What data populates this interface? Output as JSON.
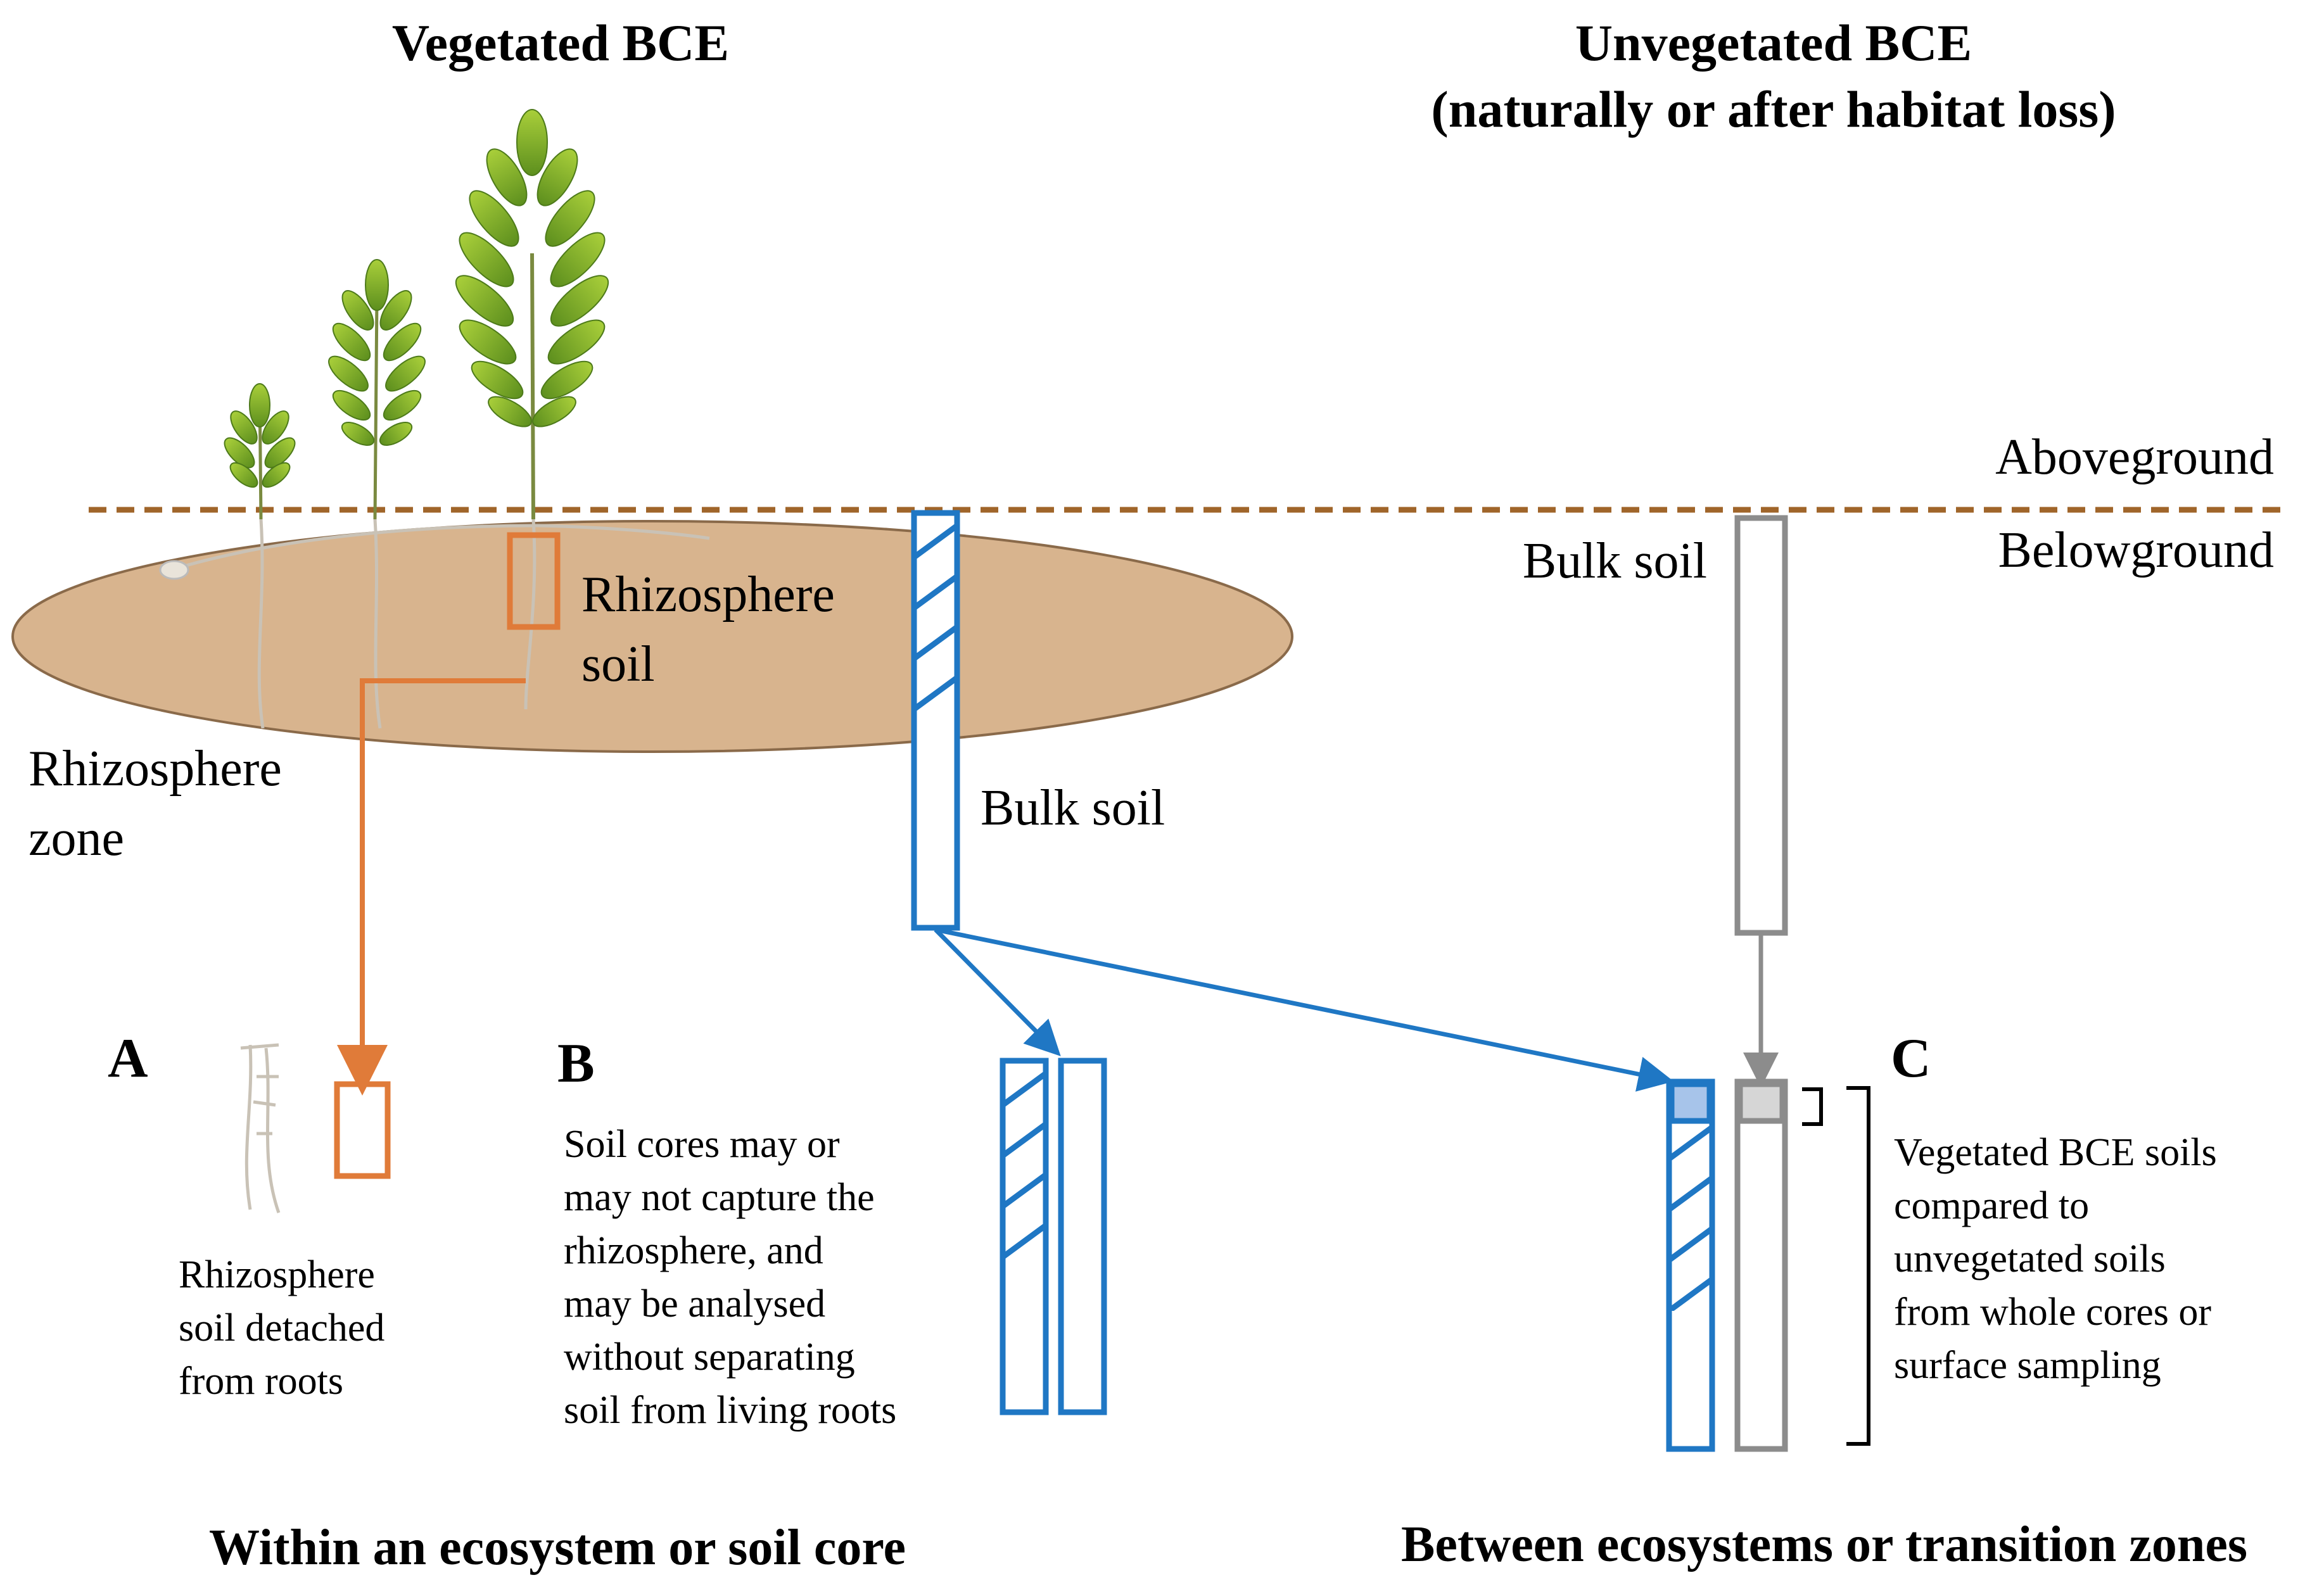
{
  "titles": {
    "vegetated": "Vegetated BCE",
    "unvegetated_line1": "Unvegetated BCE",
    "unvegetated_line2": "(naturally or after habitat loss)"
  },
  "ground": {
    "aboveground": "Aboveground",
    "belowground": "Belowground"
  },
  "labels": {
    "rhizosphere_soil_line1": "Rhizosphere",
    "rhizosphere_soil_line2": "soil",
    "rhizosphere_zone_line1": "Rhizosphere",
    "rhizosphere_zone_line2": "zone",
    "bulk_soil_center": "Bulk soil",
    "bulk_soil_right": "Bulk soil"
  },
  "panels": {
    "a": {
      "letter": "A",
      "text": [
        "Rhizosphere",
        "soil detached",
        "from roots"
      ]
    },
    "b": {
      "letter": "B",
      "text": [
        "Soil cores may or",
        "may not capture the",
        "rhizosphere, and",
        "may be analysed",
        "without separating",
        "soil from living roots"
      ]
    },
    "c": {
      "letter": "C",
      "text": [
        "Vegetated BCE soils",
        "compared to",
        "unvegetated soils",
        "from whole cores or",
        "surface sampling"
      ]
    }
  },
  "footers": {
    "left": "Within an ecosystem or soil core",
    "right": "Between ecosystems or transition zones"
  },
  "colors": {
    "orange": "#e07b39",
    "blue": "#1f77c4",
    "gray": "#8c8c8c",
    "soil": "#d8b48e",
    "ground_line": "#a0652a",
    "leaf": "#7fae2a"
  }
}
